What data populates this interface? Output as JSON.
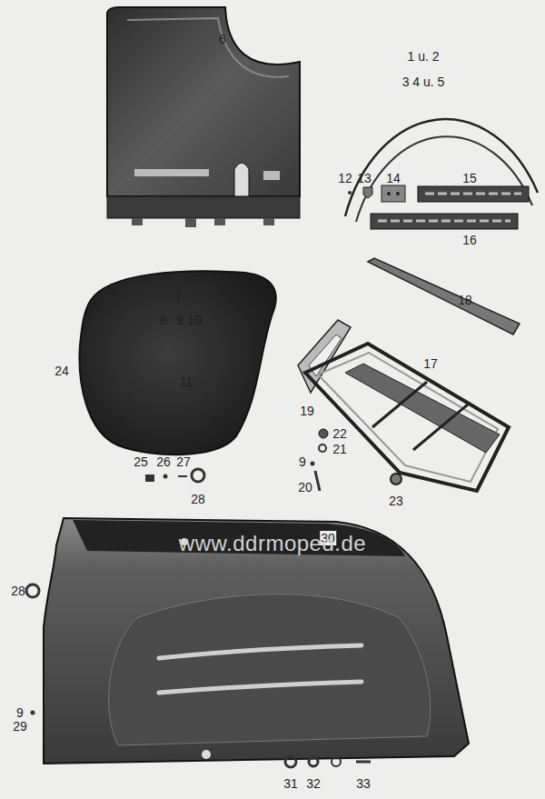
{
  "diagram": {
    "labels": [
      "6",
      "1 u. 2",
      "3 4 u. 5",
      "12",
      "13",
      "14",
      "15",
      "16",
      "7",
      "8",
      "9",
      "10",
      "11",
      "18",
      "19",
      "17",
      "24",
      "22",
      "21",
      "9",
      "20",
      "25",
      "26",
      "27",
      "28",
      "23",
      "30",
      "www.ddrmoped.de",
      "28",
      "9",
      "29",
      "31",
      "32",
      "33"
    ]
  }
}
